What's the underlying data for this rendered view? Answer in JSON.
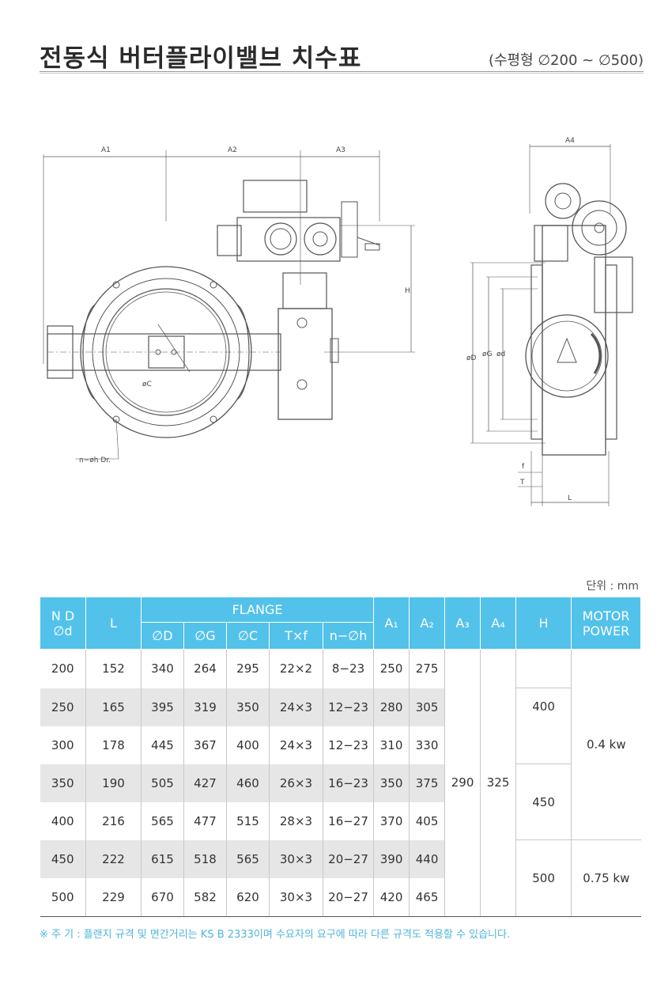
{
  "header": {
    "title": "전동식 버터플라이밸브 치수표",
    "subtitle": "(수평형 ∅200 ~ ∅500)"
  },
  "drawing": {
    "labels": {
      "a1": "A1",
      "a2": "A2",
      "a3": "A3",
      "a4": "A4",
      "h": "H",
      "phiD": "øD",
      "phiG": "øG",
      "phid": "ød",
      "phiC": "øC",
      "f": "f",
      "t": "T",
      "l": "L",
      "holes": "n−øh Dr."
    }
  },
  "table": {
    "unit": "단위 : mm",
    "headers": {
      "nd": "N D",
      "nd_sub": "∅d",
      "l": "L",
      "flange": "FLANGE",
      "phiD": "∅D",
      "phiG": "∅G",
      "phiC": "∅C",
      "txf": "T×f",
      "nh": "n−∅h",
      "a1": "A₁",
      "a2": "A₂",
      "a3": "A₃",
      "a4": "A₄",
      "h": "H",
      "motor1": "MOTOR",
      "motor2": "POWER"
    },
    "rows": [
      {
        "d": "200",
        "l": "152",
        "D": "340",
        "G": "264",
        "C": "295",
        "tf": "22×2",
        "nh": "8−23",
        "a1": "250",
        "a2": "275"
      },
      {
        "d": "250",
        "l": "165",
        "D": "395",
        "G": "319",
        "C": "350",
        "tf": "24×3",
        "nh": "12−23",
        "a1": "280",
        "a2": "305"
      },
      {
        "d": "300",
        "l": "178",
        "D": "445",
        "G": "367",
        "C": "400",
        "tf": "24×3",
        "nh": "12−23",
        "a1": "310",
        "a2": "330"
      },
      {
        "d": "350",
        "l": "190",
        "D": "505",
        "G": "427",
        "C": "460",
        "tf": "26×3",
        "nh": "16−23",
        "a1": "350",
        "a2": "375"
      },
      {
        "d": "400",
        "l": "216",
        "D": "565",
        "G": "477",
        "C": "515",
        "tf": "28×3",
        "nh": "16−27",
        "a1": "370",
        "a2": "405"
      },
      {
        "d": "450",
        "l": "222",
        "D": "615",
        "G": "518",
        "C": "565",
        "tf": "30×3",
        "nh": "20−27",
        "a1": "390",
        "a2": "440"
      },
      {
        "d": "500",
        "l": "229",
        "D": "670",
        "G": "582",
        "C": "620",
        "tf": "30×3",
        "nh": "20−27",
        "a1": "420",
        "a2": "465"
      }
    ],
    "a3": "290",
    "a4": "325",
    "h_values": [
      "400",
      "450",
      "500"
    ],
    "motor_values": [
      "0.4  kw",
      "0.75  kw"
    ]
  },
  "footnote": "※ 주 기 : 플랜지 규격 및 면간거리는 KS B 2333이며 수요자의 요구에 따라 다른 규격도 적용할 수 있습니다.",
  "colors": {
    "header_bg": "#52c2ea",
    "shade": "#e6e6e6",
    "note": "#4fb5dc"
  }
}
